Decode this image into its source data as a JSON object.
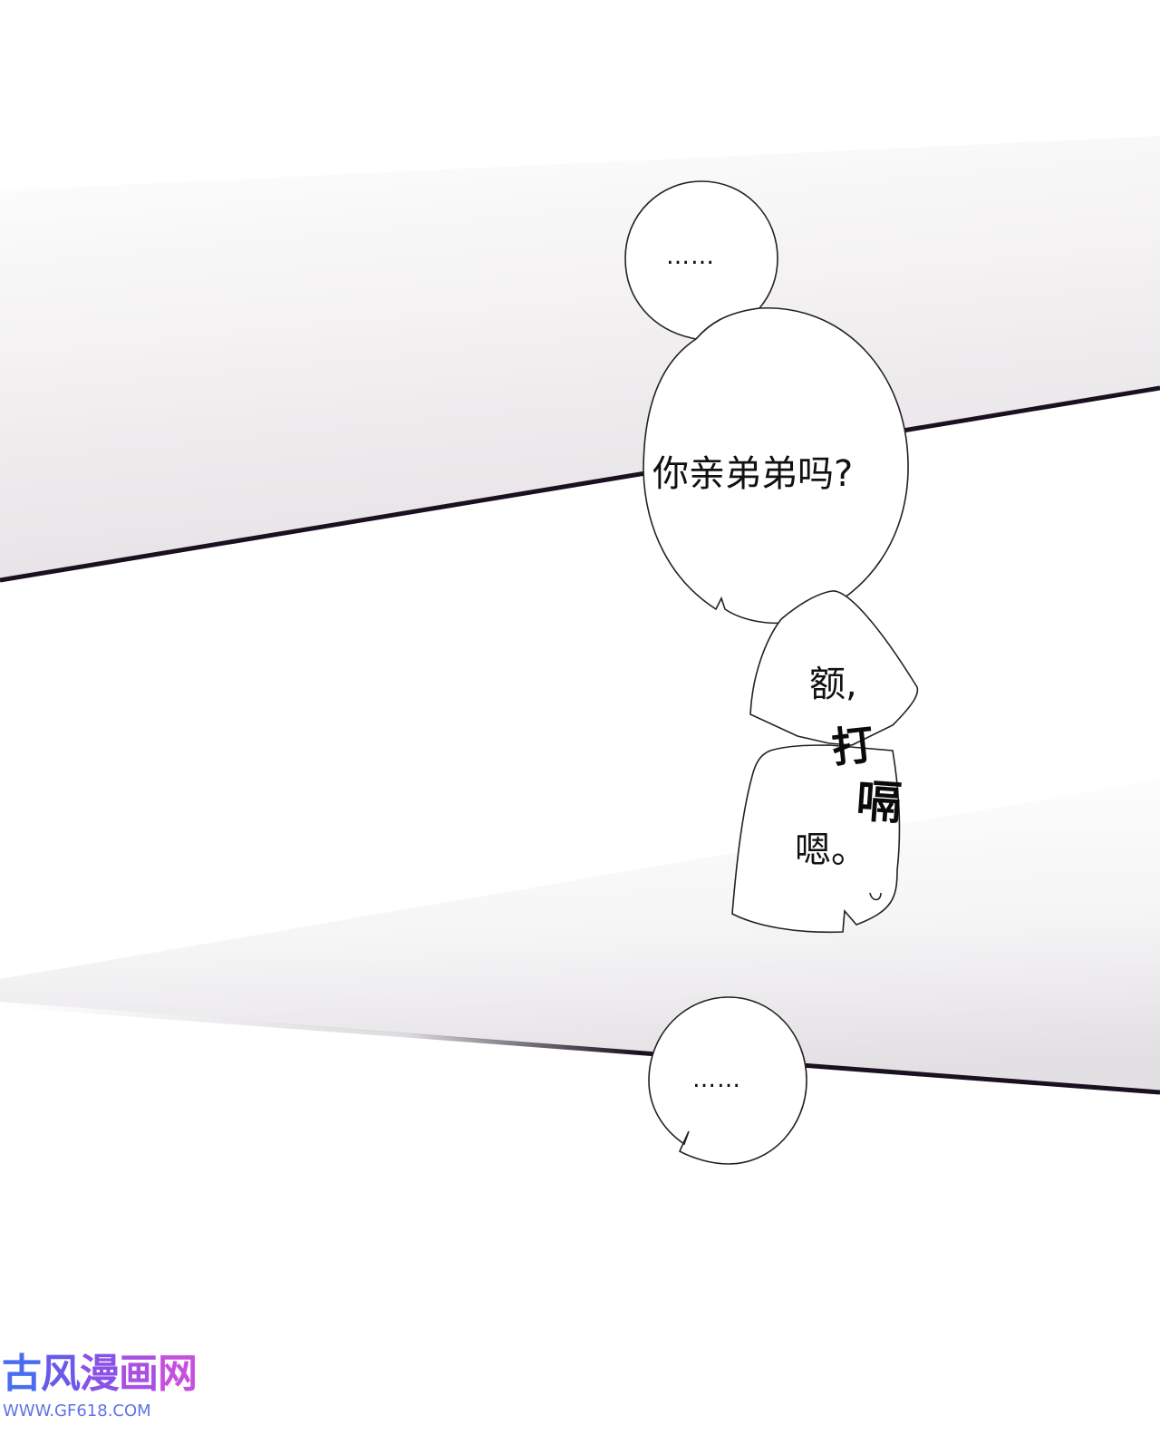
{
  "panel": {
    "background": "#ffffff",
    "line_color": "#1a1020"
  },
  "bubbles": {
    "dots_top": "……",
    "question": "你亲弟弟吗?",
    "er": "额,",
    "en": "嗯。",
    "dots_bottom": "……"
  },
  "sfx": {
    "char1": "打",
    "char2": "嗝"
  },
  "watermark": {
    "title_chars": [
      "古",
      "风",
      "漫",
      "画",
      "网"
    ],
    "url": "WWW.GF618.COM"
  }
}
